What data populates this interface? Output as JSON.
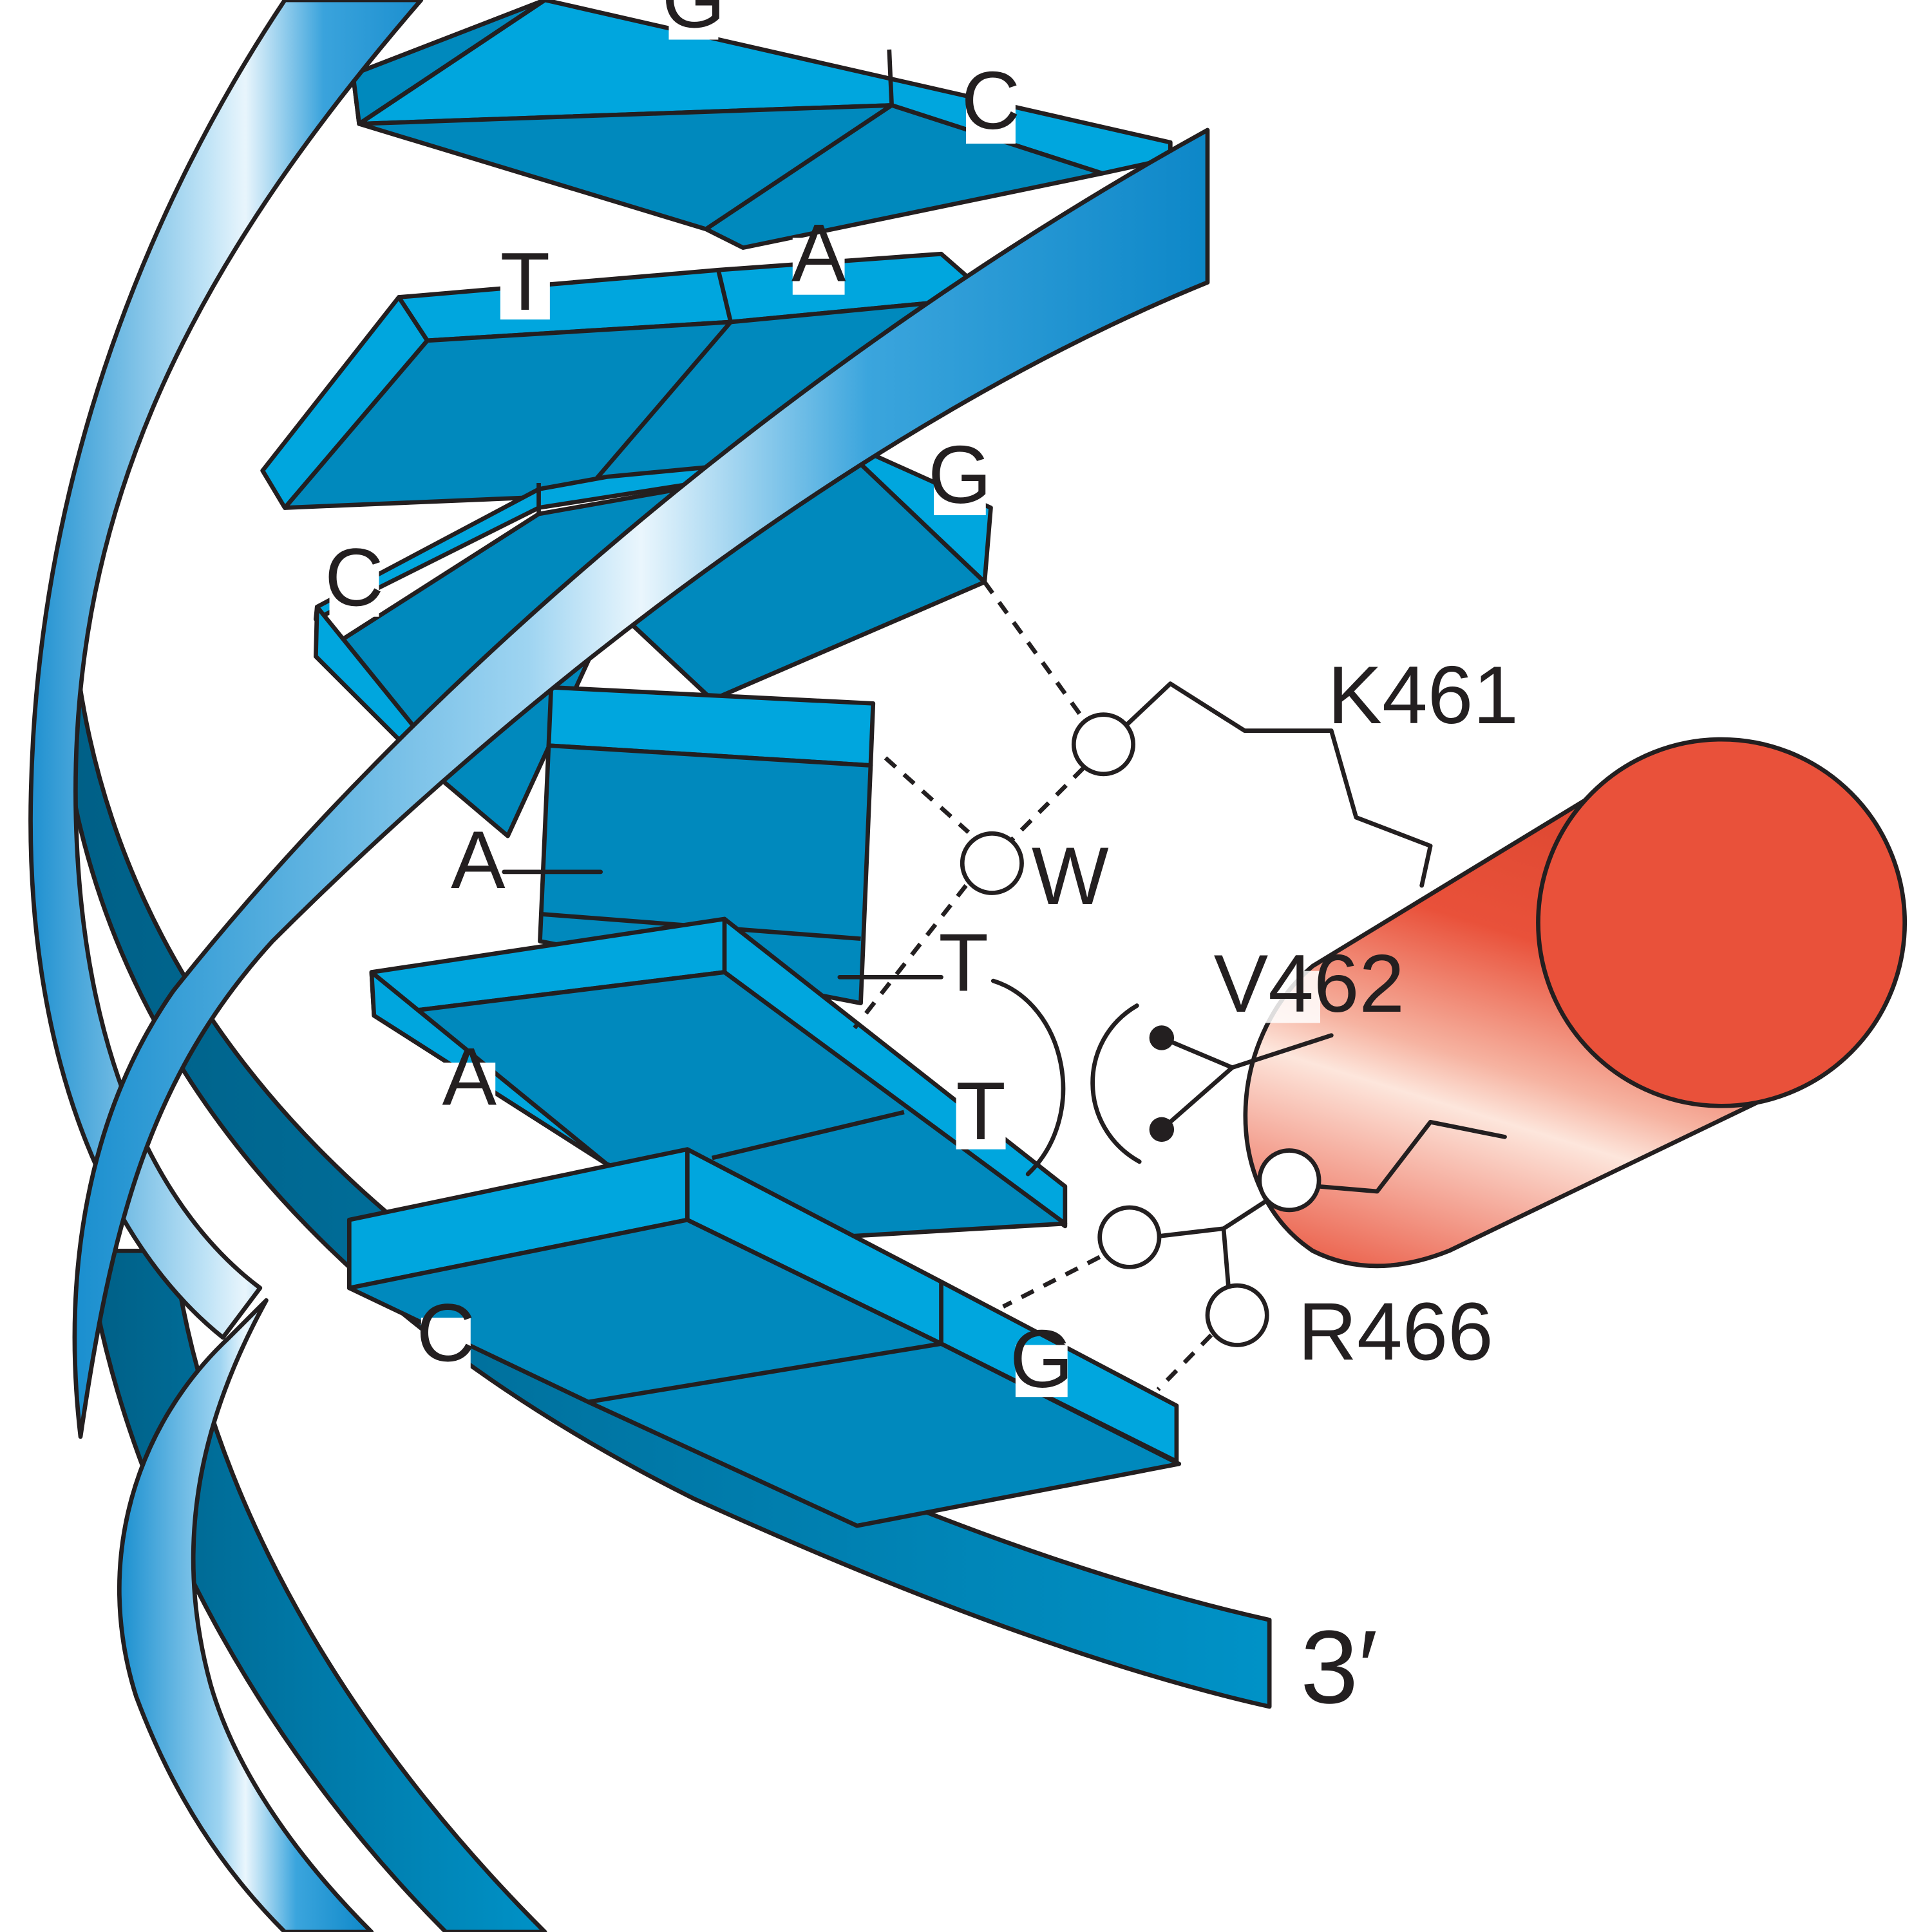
{
  "colors": {
    "dna_face": "#0089bd",
    "dna_edge": "#00a6de",
    "dna_backbone_dark": "#006d96",
    "helix_body": "#e9513a",
    "line": "#231f20"
  },
  "bases": {
    "pair1_left": "G",
    "pair1_right": "C",
    "pair2_left": "T",
    "pair2_right": "A",
    "pair3_left": "C",
    "pair3_right": "G",
    "pair4_left": "A",
    "pair4_right": "T",
    "pair5_left": "A",
    "pair5_right": "T",
    "pair6_left": "C",
    "pair6_right": "G"
  },
  "residues": {
    "lys": "K461",
    "val": "V462",
    "arg": "R466",
    "water": "W"
  },
  "strand_end": "3′"
}
